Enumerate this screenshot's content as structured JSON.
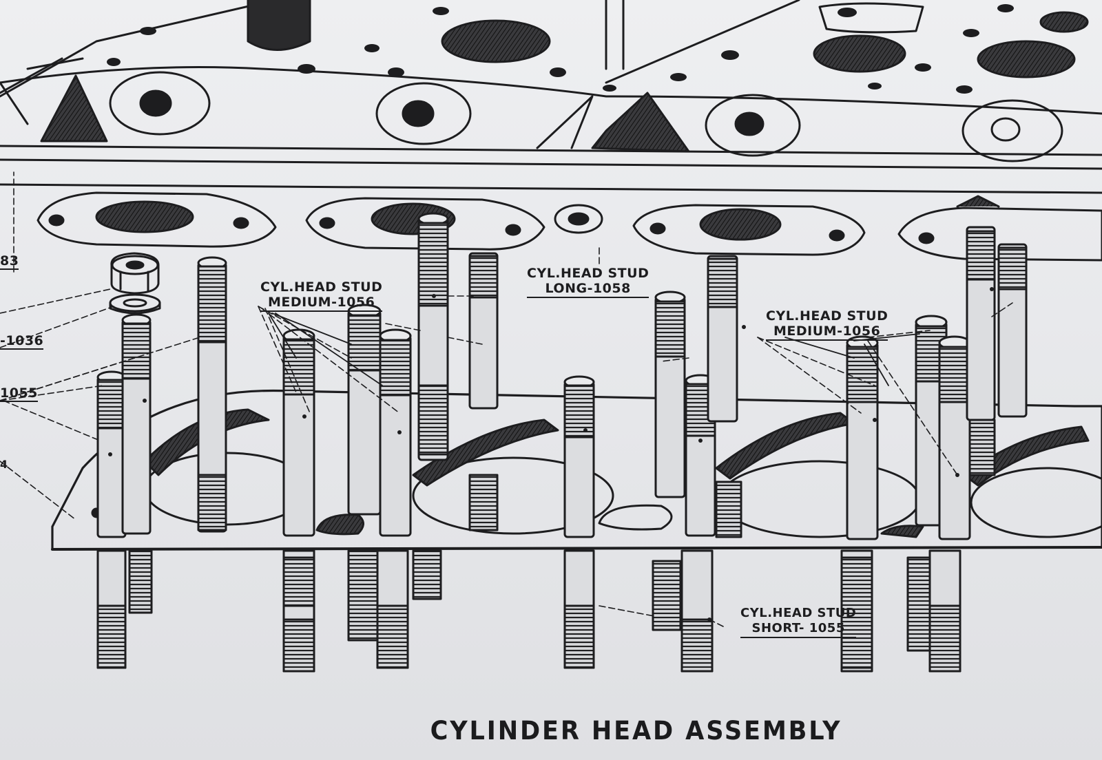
{
  "caption": "CYLINDER HEAD ASSEMBLY",
  "callouts": {
    "medium_left": {
      "line1": "CYL.HEAD STUD",
      "line2": "MEDIUM-1056"
    },
    "long": {
      "line1": "CYL.HEAD STUD",
      "line2": "LONG-1058"
    },
    "medium_right": {
      "line1": "CYL.HEAD STUD",
      "line2": "MEDIUM-1056"
    },
    "short": {
      "line1": "CYL.HEAD STUD",
      "line2": "SHORT- 1055"
    }
  },
  "edge_labels": {
    "a": "83",
    "b": "-1036",
    "c": "1055",
    "d": "4"
  },
  "colors": {
    "ink": "#1d1d1f",
    "paper": "#e7e8ea"
  }
}
